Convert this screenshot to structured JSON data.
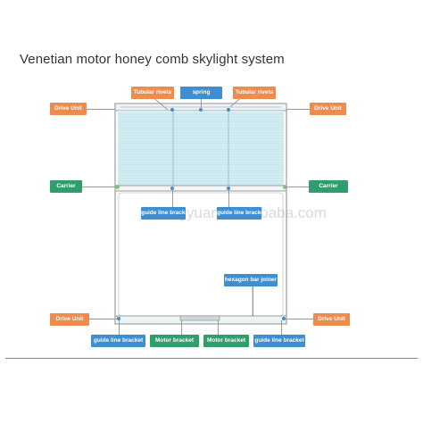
{
  "title": "Venetian motor honey comb skylight system",
  "watermark": "rongyuan.en.alibaba.com",
  "labels": {
    "tubular_rivets_left": "Tubular rivets",
    "spring": "spring",
    "tubular_rivets_right": "Tubular rivets",
    "drive_unit_top_left": "Drive Unit",
    "drive_unit_top_right": "Drive Unit",
    "carrier_left": "Carrier",
    "carrier_right": "Carrier",
    "guide_line_left_mid": "guide line bracket",
    "guide_line_right_mid": "guide line bracket",
    "hexagon_bar_joiner": "hexagon bar joiner",
    "drive_unit_bottom_left": "Drive Unit",
    "drive_unit_bottom_right": "Drive Unit",
    "guide_line_bottom_left": "guide line bracket",
    "motor_bracket_left": "Motor bracket",
    "motor_bracket_right": "Motor bracket",
    "guide_line_bottom_right": "guide line bracket"
  },
  "colors": {
    "orange": "#ef8b4c",
    "blue": "#3d8fd1",
    "green": "#2f9e6c",
    "blind": "#d6eef3"
  }
}
